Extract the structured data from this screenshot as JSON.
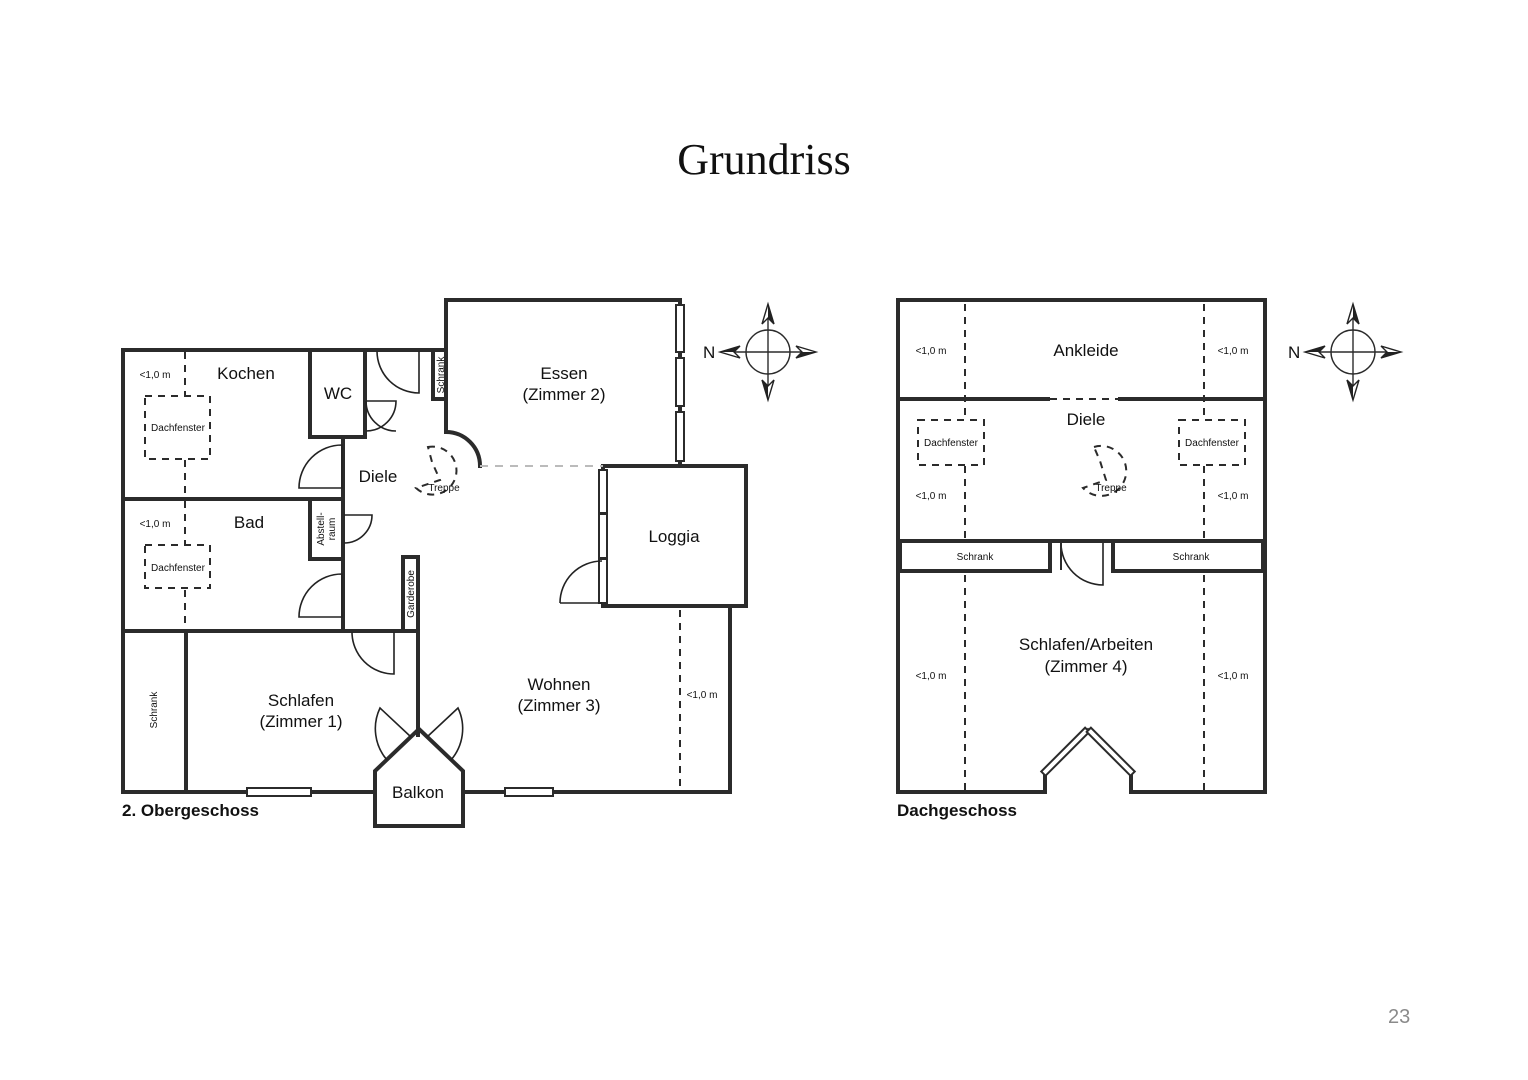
{
  "title": "Grundriss",
  "page_number": "23",
  "compass_label": "N",
  "floors": [
    {
      "name": "2. Obergeschoss",
      "rooms": {
        "kochen": "Kochen",
        "wc": "WC",
        "schrank_top": "Schrank",
        "essen_line1": "Essen",
        "essen_line2": "(Zimmer 2)",
        "diele": "Diele",
        "treppe": "Treppe",
        "bad": "Bad",
        "abstell_line1": "Abstell-",
        "abstell_line2": "raum",
        "garderobe": "Garderobe",
        "loggia": "Loggia",
        "schrank_left": "Schrank",
        "schlafen_line1": "Schlafen",
        "schlafen_line2": "(Zimmer 1)",
        "wohnen_line1": "Wohnen",
        "wohnen_line2": "(Zimmer 3)",
        "balkon": "Balkon"
      },
      "annotations": {
        "kochen_height": "<1,0 m",
        "kochen_skylight": "Dachfenster",
        "bad_height": "<1,0 m",
        "bad_skylight": "Dachfenster",
        "wohnen_height": "<1,0 m"
      }
    },
    {
      "name": "Dachgeschoss",
      "rooms": {
        "ankleide": "Ankleide",
        "diele": "Diele",
        "treppe": "Treppe",
        "schrank_left": "Schrank",
        "schrank_right": "Schrank",
        "schlafen_line1": "Schlafen/Arbeiten",
        "schlafen_line2": "(Zimmer 4)"
      },
      "annotations": {
        "ankleide_height_left": "<1,0 m",
        "ankleide_height_right": "<1,0 m",
        "diele_skylight_left": "Dachfenster",
        "diele_skylight_right": "Dachfenster",
        "diele_height_left": "<1,0 m",
        "diele_height_right": "<1,0 m",
        "zimmer4_height_left": "<1,0 m",
        "zimmer4_height_right": "<1,0 m"
      }
    }
  ]
}
